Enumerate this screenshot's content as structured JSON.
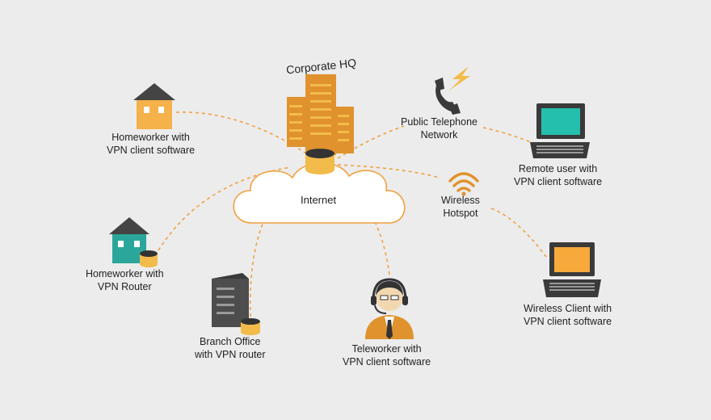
{
  "title": "VPN network diagram",
  "colors": {
    "background": "#ececec",
    "orange": "#e0922e",
    "gold": "#f3bb4a",
    "teal": "#2aa79a",
    "screen_teal": "#25bfae",
    "gray": "#4d4d4d",
    "dash": "#f0a141"
  },
  "nodes": {
    "corporate_hq": {
      "label": "Corporate HQ",
      "icon": "office-buildings-icon"
    },
    "internet": {
      "label": "Internet",
      "icon": "cloud-icon"
    },
    "homeworker_vpn_client": {
      "line1": "Homeworker with",
      "line2": "VPN client software",
      "icon": "house-icon"
    },
    "homeworker_vpn_router": {
      "line1": "Homeworker with",
      "line2": "VPN Router",
      "icon": "house-icon"
    },
    "branch_office": {
      "line1": "Branch Office",
      "line2": "with VPN router",
      "icon": "office-building-icon"
    },
    "teleworker": {
      "line1": "Teleworker with",
      "line2": "VPN client software",
      "icon": "headset-person-icon"
    },
    "public_telephone": {
      "line1": "Public Telephone",
      "line2": "Network",
      "icon": "phone-handset-icon"
    },
    "remote_user": {
      "line1": "Remote user with",
      "line2": "VPN client software",
      "icon": "laptop-icon"
    },
    "wireless_hotspot": {
      "line1": "Wireless",
      "line2": "Hotspot",
      "icon": "wifi-icon"
    },
    "wireless_client": {
      "line1": "Wireless Client with",
      "line2": "VPN client software",
      "icon": "laptop-icon"
    }
  }
}
